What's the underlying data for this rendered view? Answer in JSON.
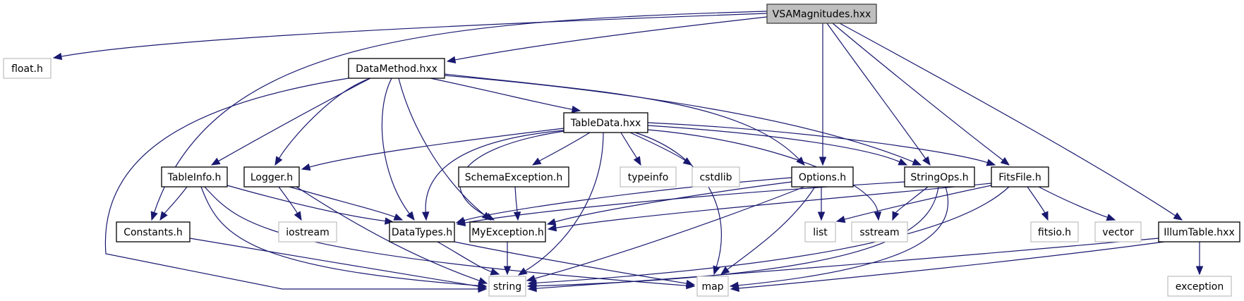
{
  "diagram": {
    "type": "include-dependency-graph",
    "root": "VSAMagnitudes.hxx",
    "colors": {
      "edge": "#191970",
      "root_fill": "#bfbfbf",
      "root_border": "#404040",
      "documented_border": "#000000",
      "external_border": "#bfbfbf",
      "node_fill": "#ffffff"
    },
    "nodes": [
      {
        "id": "VSAMagnitudes",
        "label": "VSAMagnitudes.hxx",
        "kind": "root"
      },
      {
        "id": "float",
        "label": "float.h",
        "kind": "external"
      },
      {
        "id": "DataMethod",
        "label": "DataMethod.hxx",
        "kind": "documented"
      },
      {
        "id": "TableData",
        "label": "TableData.hxx",
        "kind": "documented"
      },
      {
        "id": "TableInfo",
        "label": "TableInfo.h",
        "kind": "documented"
      },
      {
        "id": "Logger",
        "label": "Logger.h",
        "kind": "documented"
      },
      {
        "id": "SchemaException",
        "label": "SchemaException.h",
        "kind": "documented"
      },
      {
        "id": "typeinfo",
        "label": "typeinfo",
        "kind": "external"
      },
      {
        "id": "cstdlib",
        "label": "cstdlib",
        "kind": "external"
      },
      {
        "id": "Options",
        "label": "Options.h",
        "kind": "documented"
      },
      {
        "id": "StringOps",
        "label": "StringOps.h",
        "kind": "documented"
      },
      {
        "id": "FitsFile",
        "label": "FitsFile.h",
        "kind": "documented"
      },
      {
        "id": "Constants",
        "label": "Constants.h",
        "kind": "documented"
      },
      {
        "id": "iostream",
        "label": "iostream",
        "kind": "external"
      },
      {
        "id": "DataTypes",
        "label": "DataTypes.h",
        "kind": "documented"
      },
      {
        "id": "MyException",
        "label": "MyException.h",
        "kind": "documented"
      },
      {
        "id": "list",
        "label": "list",
        "kind": "external"
      },
      {
        "id": "sstream",
        "label": "sstream",
        "kind": "external"
      },
      {
        "id": "fitsio",
        "label": "fitsio.h",
        "kind": "external"
      },
      {
        "id": "vector",
        "label": "vector",
        "kind": "external"
      },
      {
        "id": "IllumTable",
        "label": "IllumTable.hxx",
        "kind": "documented"
      },
      {
        "id": "string",
        "label": "string",
        "kind": "external"
      },
      {
        "id": "map",
        "label": "map",
        "kind": "external"
      },
      {
        "id": "exception",
        "label": "exception",
        "kind": "external"
      }
    ],
    "edges": [
      [
        "VSAMagnitudes",
        "float"
      ],
      [
        "VSAMagnitudes",
        "DataMethod"
      ],
      [
        "VSAMagnitudes",
        "Constants"
      ],
      [
        "VSAMagnitudes",
        "Options"
      ],
      [
        "VSAMagnitudes",
        "StringOps"
      ],
      [
        "VSAMagnitudes",
        "FitsFile"
      ],
      [
        "VSAMagnitudes",
        "IllumTable"
      ],
      [
        "DataMethod",
        "TableData"
      ],
      [
        "DataMethod",
        "TableInfo"
      ],
      [
        "DataMethod",
        "Logger"
      ],
      [
        "DataMethod",
        "DataTypes"
      ],
      [
        "DataMethod",
        "MyException"
      ],
      [
        "DataMethod",
        "string"
      ],
      [
        "DataMethod",
        "Options"
      ],
      [
        "DataMethod",
        "StringOps"
      ],
      [
        "TableData",
        "Logger"
      ],
      [
        "TableData",
        "SchemaException"
      ],
      [
        "TableData",
        "typeinfo"
      ],
      [
        "TableData",
        "cstdlib"
      ],
      [
        "TableData",
        "DataTypes"
      ],
      [
        "TableData",
        "MyException"
      ],
      [
        "TableData",
        "string"
      ],
      [
        "TableData",
        "map"
      ],
      [
        "TableData",
        "StringOps"
      ],
      [
        "TableData",
        "FitsFile"
      ],
      [
        "TableData",
        "sstream"
      ],
      [
        "TableInfo",
        "Constants"
      ],
      [
        "TableInfo",
        "DataTypes"
      ],
      [
        "TableInfo",
        "string"
      ],
      [
        "TableInfo",
        "map"
      ],
      [
        "Logger",
        "iostream"
      ],
      [
        "Logger",
        "DataTypes"
      ],
      [
        "Logger",
        "string"
      ],
      [
        "SchemaException",
        "MyException"
      ],
      [
        "Options",
        "DataTypes"
      ],
      [
        "Options",
        "MyException"
      ],
      [
        "Options",
        "list"
      ],
      [
        "Options",
        "map"
      ],
      [
        "Options",
        "string"
      ],
      [
        "StringOps",
        "DataTypes"
      ],
      [
        "StringOps",
        "sstream"
      ],
      [
        "StringOps",
        "string"
      ],
      [
        "StringOps",
        "map"
      ],
      [
        "FitsFile",
        "MyException"
      ],
      [
        "FitsFile",
        "list"
      ],
      [
        "FitsFile",
        "fitsio"
      ],
      [
        "FitsFile",
        "vector"
      ],
      [
        "FitsFile",
        "string"
      ],
      [
        "Constants",
        "string"
      ],
      [
        "DataTypes",
        "string"
      ],
      [
        "DataTypes",
        "map"
      ],
      [
        "MyException",
        "string"
      ],
      [
        "IllumTable",
        "exception"
      ],
      [
        "IllumTable",
        "string"
      ],
      [
        "IllumTable",
        "map"
      ]
    ]
  }
}
